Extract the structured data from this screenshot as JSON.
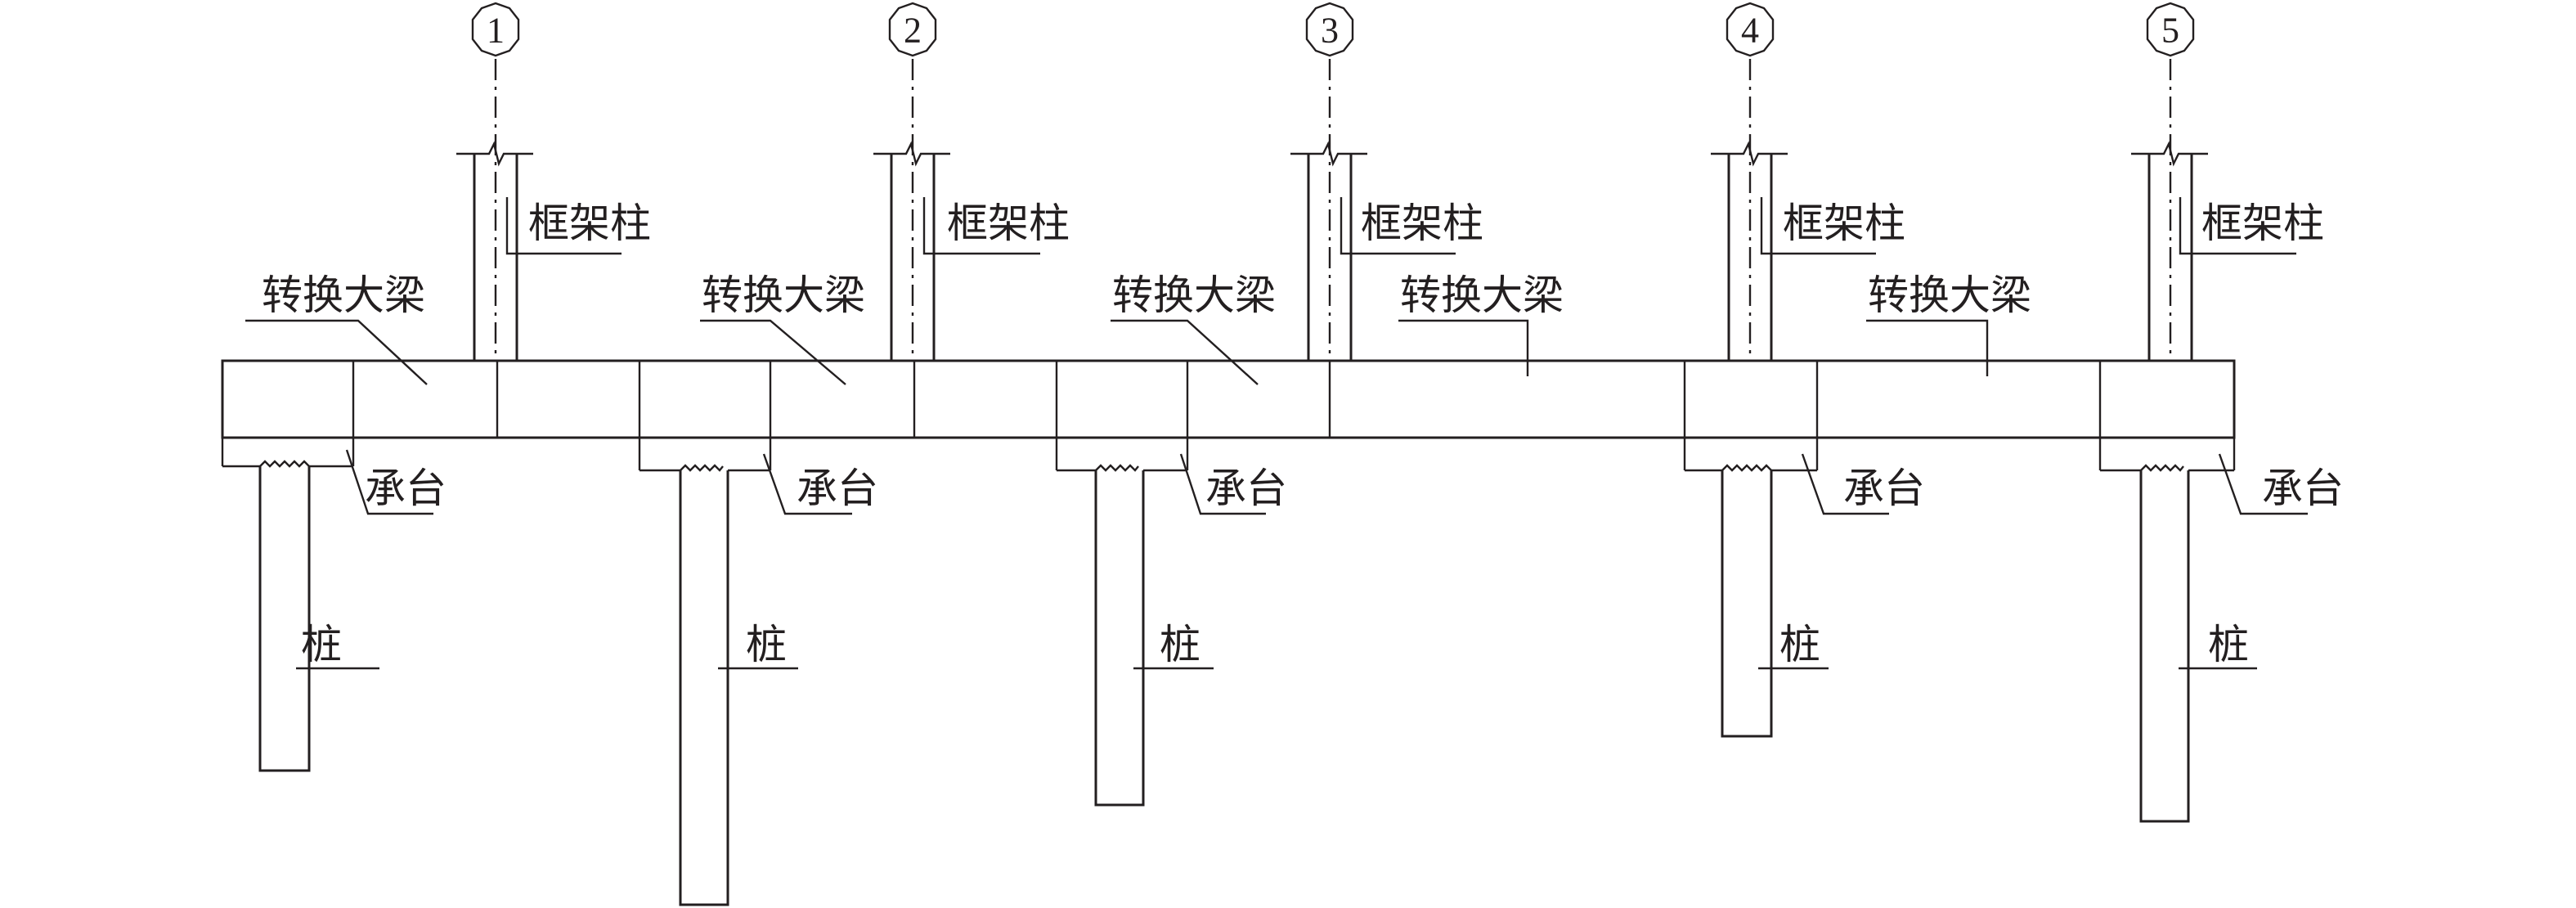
{
  "labels": {
    "column": "框架柱",
    "transfer_beam": "转换大梁",
    "pile_cap": "承台",
    "pile": "桩"
  },
  "axes": [
    "1",
    "2",
    "3",
    "4",
    "5"
  ],
  "colors": {
    "line": "#231f20",
    "concrete_fill": "#ffffff",
    "speckle": "#231f20"
  }
}
